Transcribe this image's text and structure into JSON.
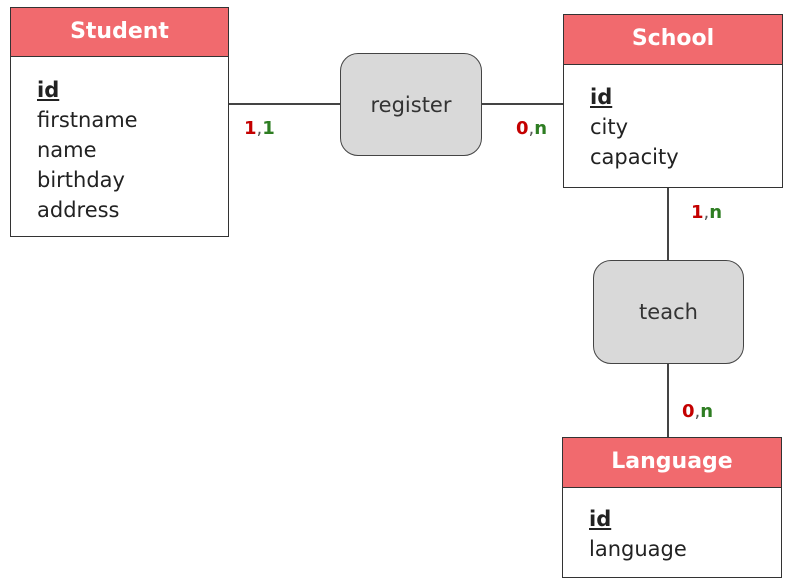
{
  "entities": {
    "student": {
      "title": "Student",
      "attributes": [
        {
          "text": "id",
          "key": true
        },
        {
          "text": "firstname",
          "key": false
        },
        {
          "text": "name",
          "key": false
        },
        {
          "text": "birthday",
          "key": false
        },
        {
          "text": "address",
          "key": false
        }
      ]
    },
    "school": {
      "title": "School",
      "attributes": [
        {
          "text": "id",
          "key": true
        },
        {
          "text": "city",
          "key": false
        },
        {
          "text": "capacity",
          "key": false
        }
      ]
    },
    "language": {
      "title": "Language",
      "attributes": [
        {
          "text": "id",
          "key": true
        },
        {
          "text": "language",
          "key": false
        }
      ]
    }
  },
  "relations": {
    "register": {
      "label": "register"
    },
    "teach": {
      "label": "teach"
    }
  },
  "cardinalities": {
    "student_register": {
      "min": "1",
      "sep": ",",
      "max": "1"
    },
    "school_register": {
      "min": "0",
      "sep": ",",
      "max": "n"
    },
    "school_teach": {
      "min": "1",
      "sep": ",",
      "max": "n"
    },
    "language_teach": {
      "min": "0",
      "sep": ",",
      "max": "n"
    }
  },
  "colors": {
    "entity_header": "#f16a6e",
    "relation_fill": "#d9d9d9",
    "cardinality_min": "#c40000",
    "cardinality_max": "#2e7d22"
  }
}
